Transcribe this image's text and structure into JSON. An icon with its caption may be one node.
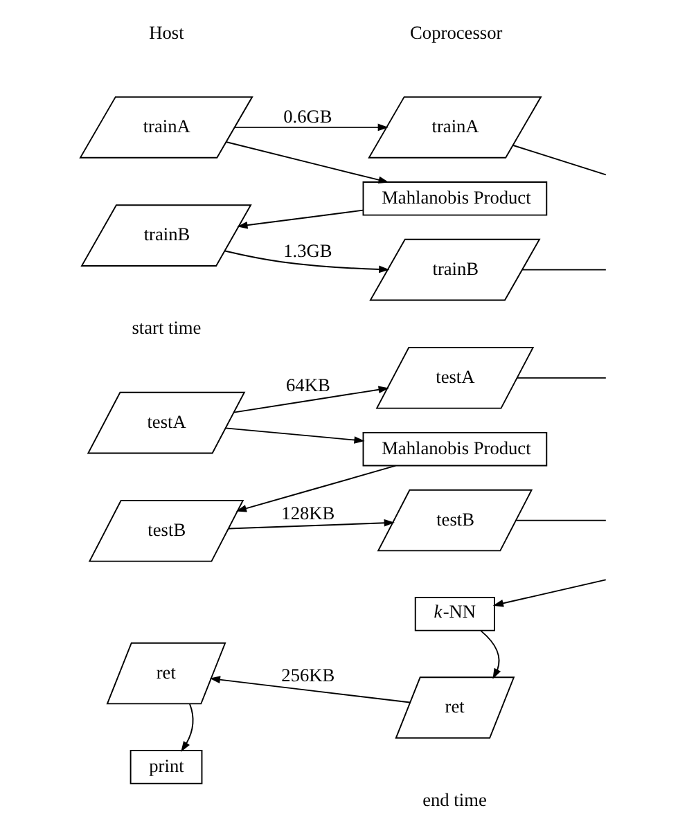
{
  "diagram": {
    "nodes": [
      {
        "text": [
          "Mahlanobis Product"
        ]
      },
      {
        "text": [
          "trainA"
        ]
      },
      {
        "text": [
          "trainB"
        ]
      },
      {
        "text": [
          "trainA"
        ]
      },
      {
        "text": [
          "trainB"
        ]
      },
      {
        "text": [
          "Mahlanobis Product"
        ]
      },
      {
        "text": [
          "testA"
        ]
      },
      {
        "text": [
          "testB"
        ]
      },
      {
        "text": [
          "testA"
        ]
      },
      {
        "text": [
          "testB"
        ]
      },
      {
        "text": [
          "*k*-NN"
        ]
      },
      {
        "text": [
          "ret"
        ]
      },
      {
        "text": [
          "ret"
        ]
      },
      {
        "text": [
          "print"
        ]
      }
    ],
    "edges": [
      {
        "from": 1,
        "to": 0,
        "arrow": "to"
      },
      {
        "from": 0,
        "to": 2,
        "arrow": "to"
      },
      {
        "from": 1,
        "to": 3,
        "arrow": "to",
        "label": "0.6GB"
      },
      {
        "from": 2,
        "to": 4,
        "arrow": "to",
        "label": "1.3GB"
      },
      {
        "from": 3,
        "to": null,
        "arrow": "none"
      },
      {
        "from": 4,
        "to": null,
        "arrow": "none"
      },
      {
        "from": 6,
        "to": 5,
        "arrow": "to"
      },
      {
        "from": 5,
        "to": 7,
        "arrow": "to"
      },
      {
        "from": 6,
        "to": 8,
        "arrow": "to",
        "label": "64KB"
      },
      {
        "from": 7,
        "to": 9,
        "arrow": "to",
        "label": "128KB"
      },
      {
        "from": 8,
        "to": null,
        "arrow": "none"
      },
      {
        "from": 9,
        "to": null,
        "arrow": "none"
      },
      {
        "from": null,
        "to": 10,
        "arrow": "to"
      },
      {
        "from": 10,
        "to": 11,
        "arrow": "to"
      },
      {
        "from": 11,
        "to": 12,
        "arrow": "to",
        "label": "256KB"
      },
      {
        "from": 12,
        "to": 13,
        "arrow": "to"
      }
    ],
    "labels": [
      "Host",
      "Coprocessor",
      "start time",
      "end time"
    ]
  }
}
